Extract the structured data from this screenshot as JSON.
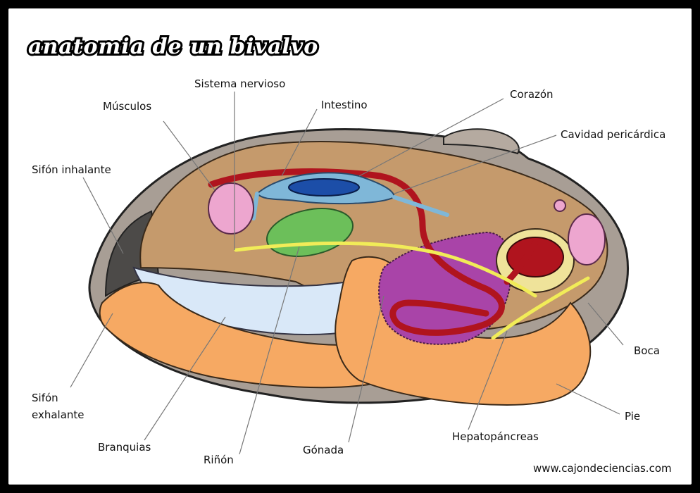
{
  "title": "anatomia de un bivalvo",
  "credit": "www.cajondeciencias.com",
  "labels": {
    "sistema_nervioso": "Sistema nervioso",
    "musculos": "Músculos",
    "intestino": "Intestino",
    "corazon": "Corazón",
    "cavidad_pericardica": "Cavidad pericárdica",
    "sifon_inhalante": "Sifón inhalante",
    "sifon_exhalante_1": "Sifón",
    "sifon_exhalante_2": "exhalante",
    "branquias": "Branquias",
    "rinon": "Riñón",
    "gonada": "Gónada",
    "hepatopancreas": "Hepatopáncreas",
    "pie": "Pie",
    "boca": "Boca"
  },
  "colors": {
    "shell": "#a89e95",
    "body": "#c59a6c",
    "mantle_foot": "#f6a963",
    "gills": "#d9e8f8",
    "intestine": "#b0141e",
    "heart": "#1c4ea8",
    "pericardium": "#7fb7d8",
    "kidney": "#6cbf5a",
    "muscle": "#eda6cf",
    "nerve": "#f1ec58",
    "gonad": "#a944a8",
    "siphon": "#4c4a48"
  }
}
